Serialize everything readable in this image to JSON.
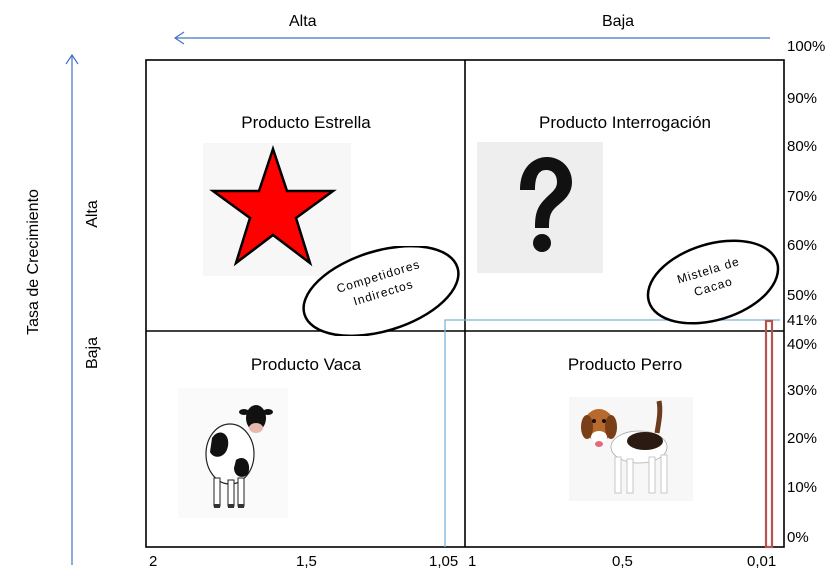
{
  "top_axis": {
    "left_label": "Alta",
    "right_label": "Baja"
  },
  "left_axis": {
    "title": "Tasa de Crecimiento",
    "upper_label": "Alta",
    "lower_label": "Baja"
  },
  "quadrants": {
    "star": {
      "title": "Producto Estrella",
      "icon": "star-icon",
      "color": "#ff0000"
    },
    "question": {
      "title": "Producto Interrogación",
      "icon": "question-mark-icon"
    },
    "cow": {
      "title": "Producto Vaca",
      "icon": "cow-image"
    },
    "dog": {
      "title": "Producto Perro",
      "icon": "dog-image"
    }
  },
  "ellipses": [
    {
      "line1": "Competidores",
      "line2": "Indirectos"
    },
    {
      "line1": "Mistela de",
      "line2": "Cacao"
    }
  ],
  "right_ticks": [
    "100%",
    "90%",
    "80%",
    "70%",
    "60%",
    "50%",
    "41%",
    "40%",
    "30%",
    "20%",
    "10%",
    "0%"
  ],
  "bottom_ticks": [
    "2",
    "1,5",
    "1,05",
    "1",
    "0,5",
    "0,01"
  ],
  "colors": {
    "axis_arrow": "#4472c4",
    "marker_line": "#7fb2d5",
    "highlight_bar": "#b5534f"
  }
}
